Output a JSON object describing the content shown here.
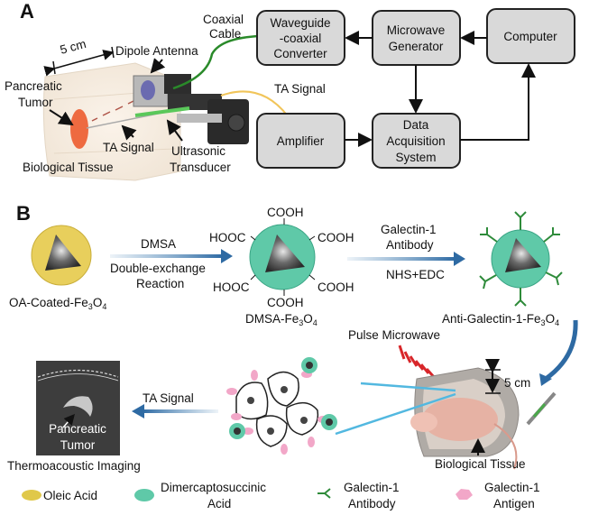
{
  "panel_a": {
    "label": "A",
    "setup_labels": {
      "coaxial_cable": [
        "Coaxial",
        "Cable"
      ],
      "dipole_antenna": "Dipole Antenna",
      "distance": "5 cm",
      "pancreatic_tumor": [
        "Pancreatic",
        "Tumor"
      ],
      "ta_signal_probe": "TA Signal",
      "ultrasonic_transducer": [
        "Ultrasonic",
        "Transducer"
      ],
      "biological_tissue": "Biological Tissue",
      "ta_signal_cable": "TA Signal"
    },
    "blocks": {
      "converter": [
        "Waveguide",
        "-coaxial",
        "Converter"
      ],
      "generator": [
        "Microwave",
        "Generator"
      ],
      "computer": [
        "Computer"
      ],
      "amplifier": [
        "Amplifier"
      ],
      "daq": [
        "Data",
        "Acquisition",
        "System"
      ]
    }
  },
  "panel_b": {
    "label": "B",
    "np_oa": "OA-Coated-Fe3O4",
    "step1": [
      "DMSA",
      "Double-exchange",
      "Reaction"
    ],
    "dmsa_groups": [
      "COOH",
      "HOOC",
      "COOH",
      "HOOC",
      "COOH",
      "COOH"
    ],
    "np_dmsa": "DMSA-Fe3O4",
    "step2_top": [
      "Galectin-1",
      "Antibody"
    ],
    "step2_bottom": "NHS+EDC",
    "np_anti": "Anti-Galectin-1-Fe3O4",
    "pulse_microwave": "Pulse Microwave",
    "distance": "5 cm",
    "biological_tissue": "Biological Tissue",
    "ta_signal": "TA Signal",
    "image_label": [
      "Pancreatic",
      "Tumor"
    ],
    "thermoacoustic_imaging": "Thermoacoustic Imaging",
    "legend": [
      {
        "icon": "oleic-acid-ellipse",
        "label": [
          "Oleic Acid"
        ],
        "color": "#e0c84a"
      },
      {
        "icon": "dmsa-ellipse",
        "label": [
          "Dimercaptosuccinic",
          "Acid"
        ],
        "color": "#5fc9a8"
      },
      {
        "icon": "antibody-y",
        "label": [
          "Galectin-1",
          "Antibody"
        ],
        "color": "#2e8b3a"
      },
      {
        "icon": "antigen-hexagon",
        "label": [
          "Galectin-1",
          "Antigen"
        ],
        "color": "#f2a7c8"
      }
    ]
  }
}
